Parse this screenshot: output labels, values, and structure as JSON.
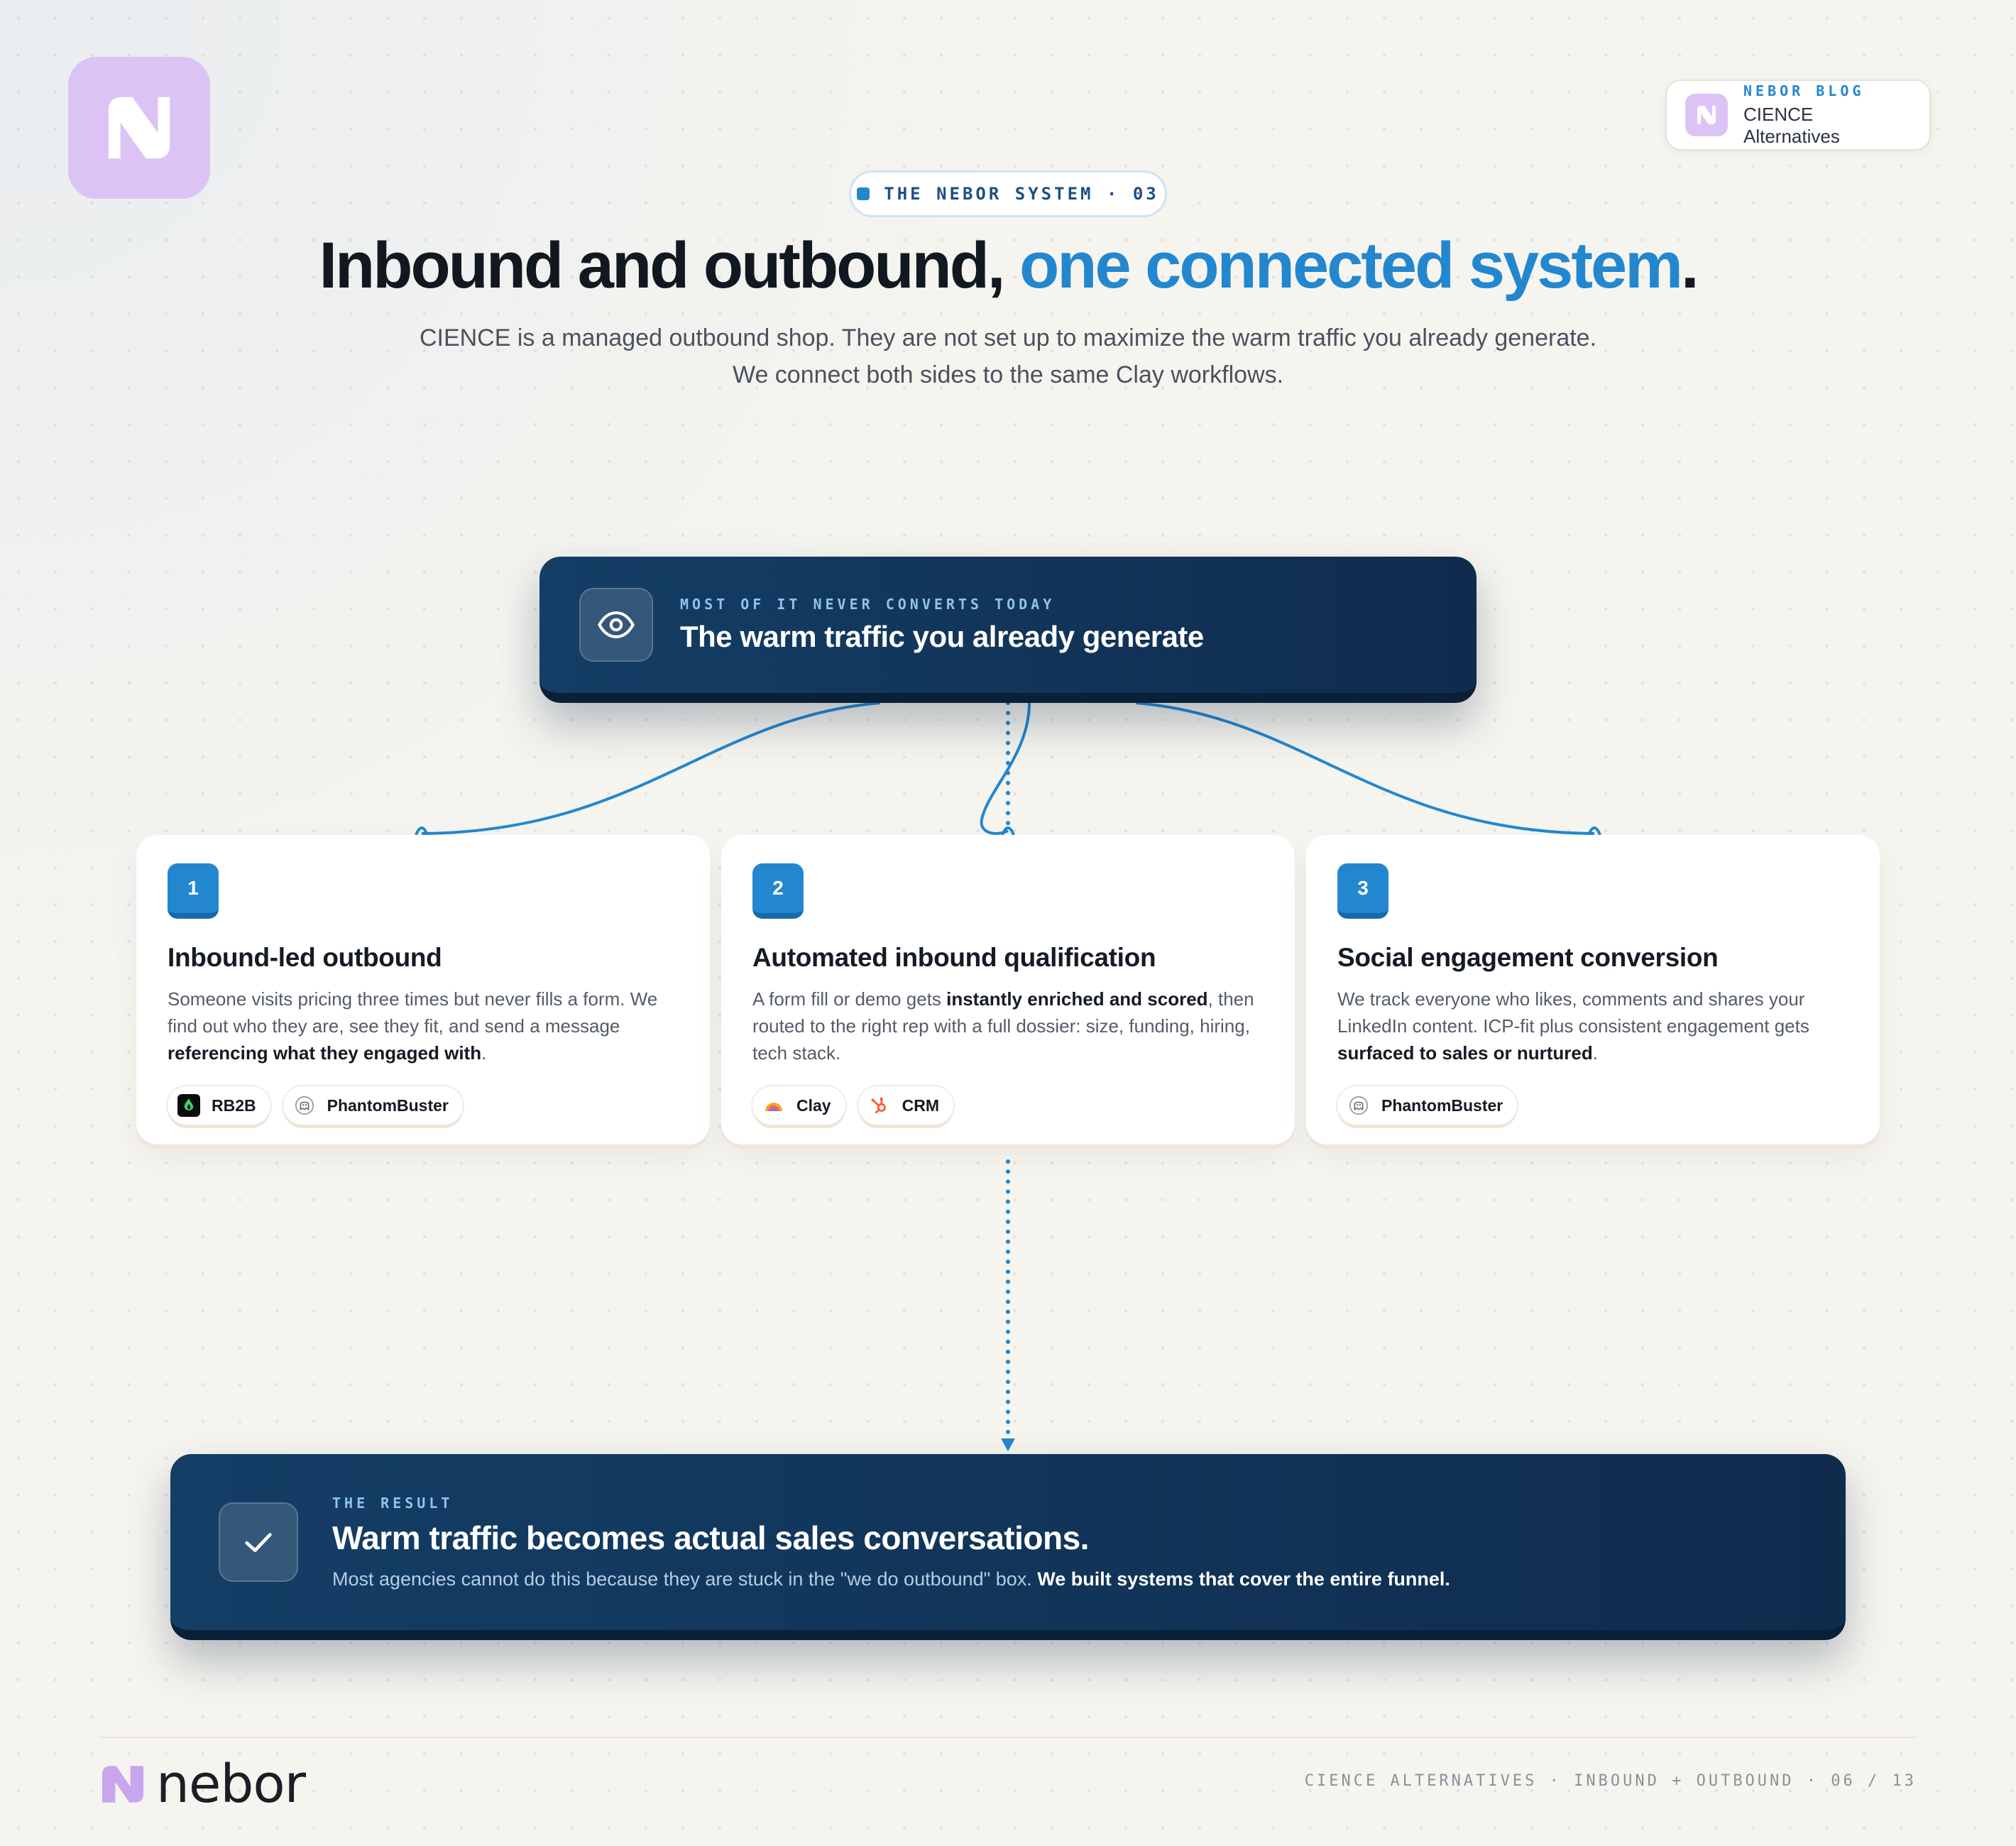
{
  "blog_tag": {
    "label": "NEBOR BLOG",
    "title": "CIENCE Alternatives"
  },
  "eyebrow": "THE NEBOR SYSTEM · 03",
  "headline": {
    "part1": "Inbound and outbound, ",
    "accent": "one connected system",
    "end": "."
  },
  "subtitle": {
    "line1": "CIENCE is a managed outbound shop. They are not set up to maximize the warm traffic you already generate.",
    "line2": "We connect both sides to the same Clay workflows."
  },
  "source_node": {
    "eyebrow": "MOST OF IT NEVER CONVERTS TODAY",
    "title": "The warm traffic you already generate",
    "icon": "eye-icon"
  },
  "cards": [
    {
      "number": "1",
      "title": "Inbound-led outbound",
      "body_pre": "Someone visits pricing three times but never fills a form. We find out who they are, see they fit, and send a message ",
      "body_bold": "referencing what they engaged with",
      "body_post": ".",
      "tools": [
        {
          "name": "RB2B",
          "icon": "rb2b-logo-icon"
        },
        {
          "name": "PhantomBuster",
          "icon": "ghost-icon"
        }
      ]
    },
    {
      "number": "2",
      "title": "Automated inbound qualification",
      "body_pre": "A form fill or demo gets ",
      "body_bold": "instantly enriched and scored",
      "body_post": ", then routed to the right rep with a full dossier: size, funding, hiring, tech stack.",
      "tools": [
        {
          "name": "Clay",
          "icon": "clay-logo-icon"
        },
        {
          "name": "CRM",
          "icon": "hubspot-icon"
        }
      ]
    },
    {
      "number": "3",
      "title": "Social engagement conversion",
      "body_pre": "We track everyone who likes, comments and shares your LinkedIn content. ICP-fit plus consistent engagement gets ",
      "body_bold": "surfaced to sales or nurtured",
      "body_post": ".",
      "tools": [
        {
          "name": "PhantomBuster",
          "icon": "ghost-icon"
        }
      ]
    }
  ],
  "result": {
    "eyebrow": "THE RESULT",
    "title": "Warm traffic becomes actual sales conversations.",
    "desc_pre": "Most agencies cannot do this because they are stuck in the \"we do outbound\" box. ",
    "desc_bold": "We built systems that cover the entire funnel.",
    "icon": "check-icon"
  },
  "footer": {
    "brand": "nebor",
    "meta": "CIENCE ALTERNATIVES · INBOUND + OUTBOUND · 06 / 13"
  },
  "colors": {
    "accent": "#2387cf",
    "navy": "#0f2c4d",
    "logo_purple": "#dcc3f6"
  }
}
